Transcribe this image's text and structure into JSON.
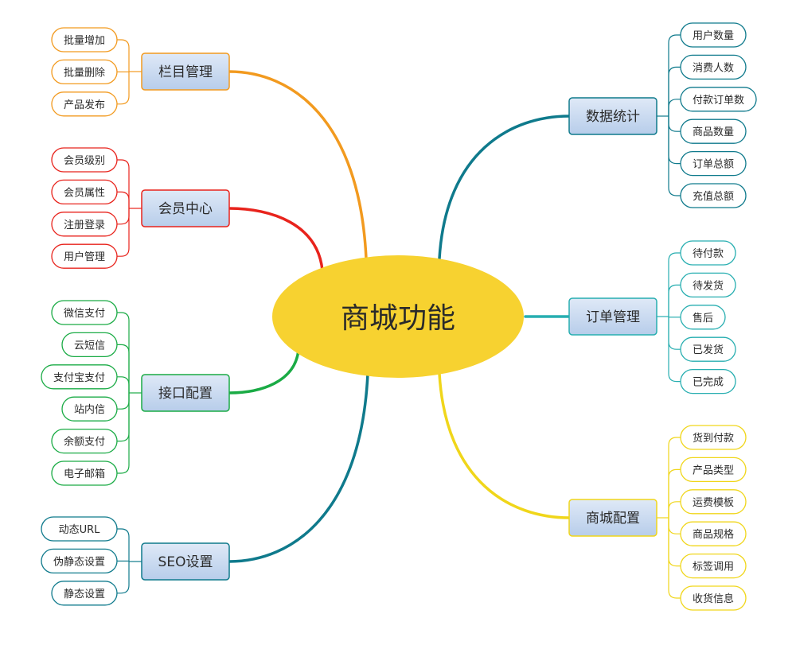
{
  "center": {
    "label": "商城功能"
  },
  "branches": [
    {
      "id": "lanmu",
      "label": "栏目管理",
      "color": "#f29a1f",
      "side": "left",
      "leaves": [
        "批量增加",
        "批量删除",
        "产品发布"
      ]
    },
    {
      "id": "huiyuan",
      "label": "会员中心",
      "color": "#e8231c",
      "side": "left",
      "leaves": [
        "会员级别",
        "会员属性",
        "注册登录",
        "用户管理"
      ]
    },
    {
      "id": "jiekou",
      "label": "接口配置",
      "color": "#1aab45",
      "side": "left",
      "leaves": [
        "微信支付",
        "云短信",
        "支付宝支付",
        "站内信",
        "余额支付",
        "电子邮箱"
      ]
    },
    {
      "id": "seo",
      "label": "SEO设置",
      "color": "#0f7a8c",
      "side": "left",
      "leaves": [
        "动态URL",
        "伪静态设置",
        "静态设置"
      ]
    },
    {
      "id": "shuju",
      "label": "数据统计",
      "color": "#0f7a8c",
      "side": "right",
      "leaves": [
        "用户数量",
        "消费人数",
        "付款订单数",
        "商品数量",
        "订单总额",
        "充值总额"
      ]
    },
    {
      "id": "dingdan",
      "label": "订单管理",
      "color": "#27aeb0",
      "side": "right",
      "leaves": [
        "待付款",
        "待发货",
        "售后",
        "已发货",
        "已完成"
      ]
    },
    {
      "id": "peizhi",
      "label": "商城配置",
      "color": "#f0d61a",
      "side": "right",
      "leaves": [
        "货到付款",
        "产品类型",
        "运费模板",
        "商品规格",
        "标签调用",
        "收货信息"
      ]
    }
  ]
}
